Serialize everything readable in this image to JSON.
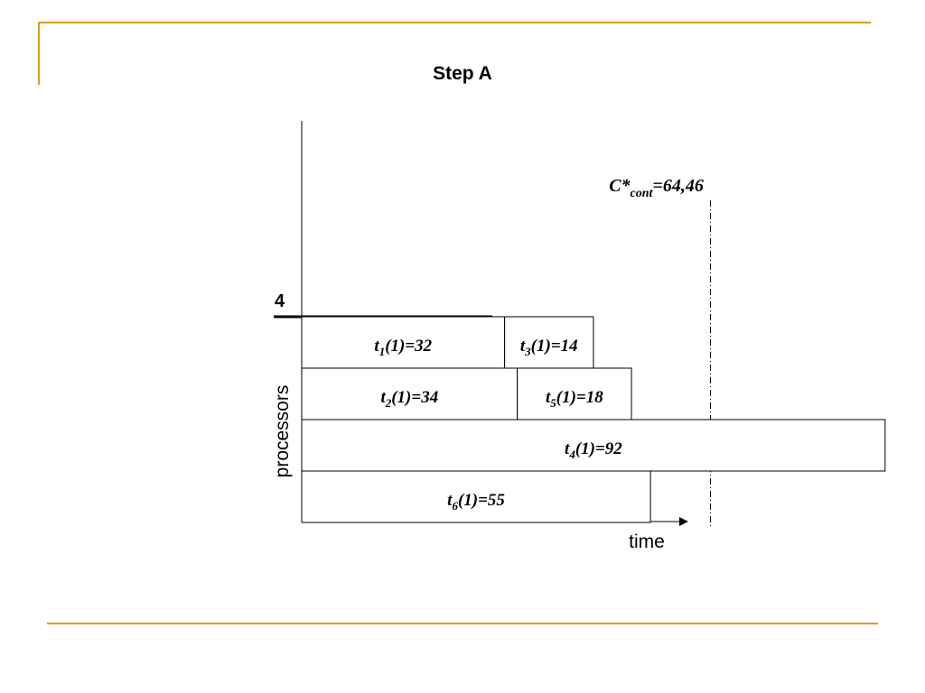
{
  "slide": {
    "title": "Step A"
  },
  "diagram": {
    "axis_y_label": "processors",
    "axis_x_label": "time",
    "processor_count_label": "4",
    "cmax": {
      "symbol": "C*",
      "subscript": "cont",
      "value_text": "=64,46",
      "value": 64.46
    },
    "tasks": [
      {
        "name": "t",
        "sub": "1",
        "args": "(1)=32",
        "row": 0,
        "start": 0,
        "duration": 32
      },
      {
        "name": "t",
        "sub": "3",
        "args": "(1)=14",
        "row": 0,
        "start": 32,
        "duration": 14
      },
      {
        "name": "t",
        "sub": "2",
        "args": "(1)=34",
        "row": 1,
        "start": 0,
        "duration": 34
      },
      {
        "name": "t",
        "sub": "5",
        "args": "(1)=18",
        "row": 1,
        "start": 34,
        "duration": 18
      },
      {
        "name": "t",
        "sub": "4",
        "args": "(1)=92",
        "row": 2,
        "start": 0,
        "duration": 92
      },
      {
        "name": "t",
        "sub": "6",
        "args": "(1)=55",
        "row": 3,
        "start": 0,
        "duration": 55
      }
    ]
  },
  "colors": {
    "accent": "#d4a017",
    "line": "#000000"
  }
}
